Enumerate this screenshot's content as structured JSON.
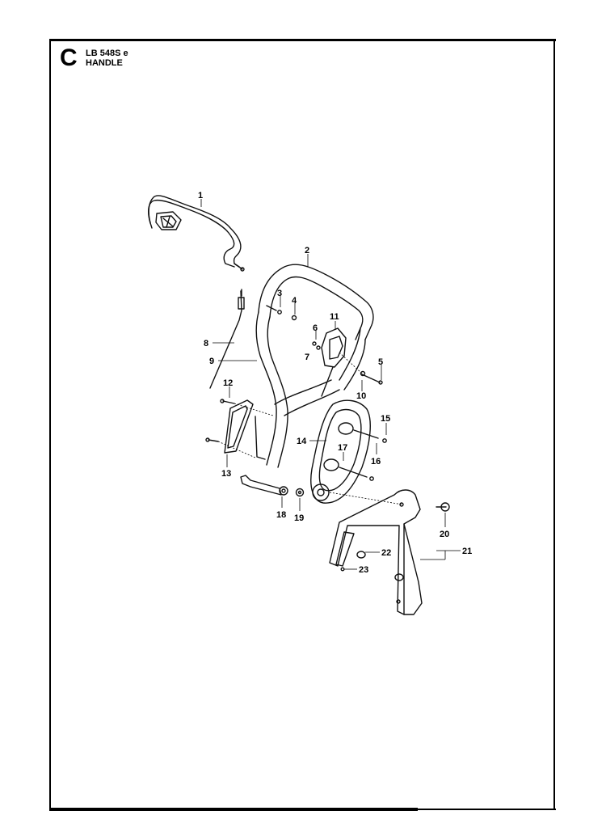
{
  "header": {
    "section_letter": "C",
    "model": "LB 548S e",
    "part_name": "HANDLE"
  },
  "callouts": [
    "1",
    "2",
    "3",
    "4",
    "5",
    "6",
    "7",
    "8",
    "9",
    "10",
    "11",
    "12",
    "13",
    "14",
    "15",
    "16",
    "17",
    "18",
    "19",
    "20",
    "21",
    "22",
    "23"
  ]
}
